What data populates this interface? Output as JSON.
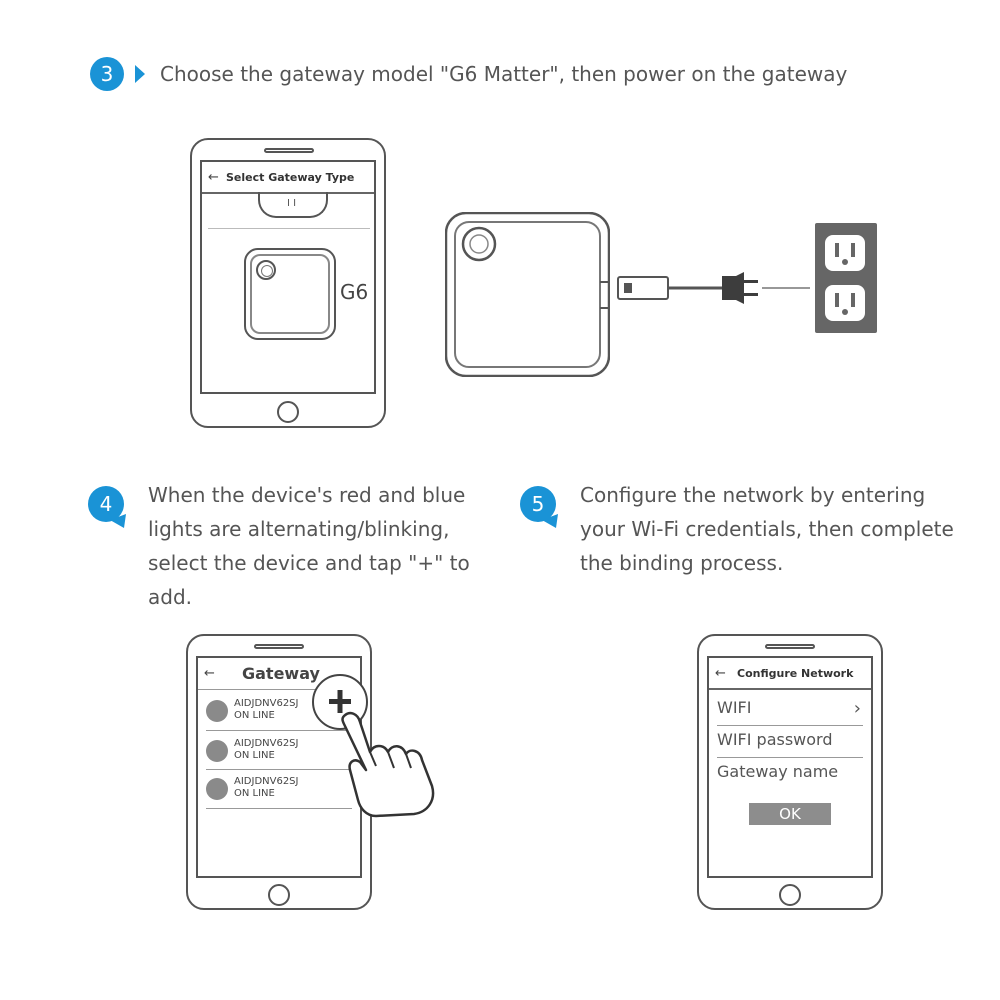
{
  "colors": {
    "accent": "#1a93d6",
    "outlet": "#666666",
    "ok_button": "#8d8d8d"
  },
  "steps": [
    {
      "number": "3",
      "text": [
        "Choose the gateway model \"G6 Matter\", then power on the gateway"
      ]
    },
    {
      "number": "4",
      "text": [
        "When the device's red and blue",
        "lights are alternating/blinking,",
        "select the device and tap \"+\" to",
        "add."
      ]
    },
    {
      "number": "5",
      "text": [
        "Configure the network by entering",
        "your Wi-Fi credentials, then complete",
        "the binding process."
      ]
    }
  ],
  "screen1": {
    "back_icon": "arrow-left-icon",
    "title": "Select Gateway Type",
    "model_label": "G6"
  },
  "screen2": {
    "back_icon": "arrow-left-icon",
    "title": "Gateway",
    "add_icon": "plus-icon",
    "devices": [
      {
        "name": "AIDJDNV62SJ",
        "status": "ON LINE"
      },
      {
        "name": "AIDJDNV62SJ",
        "status": "ON LINE"
      },
      {
        "name": "AIDJDNV62SJ",
        "status": "ON LINE"
      }
    ]
  },
  "screen3": {
    "back_icon": "arrow-left-icon",
    "title": "Configure Network",
    "rows": [
      "WIFI",
      "WIFI password",
      "Gateway name"
    ],
    "chevron": "›",
    "ok_label": "OK"
  }
}
